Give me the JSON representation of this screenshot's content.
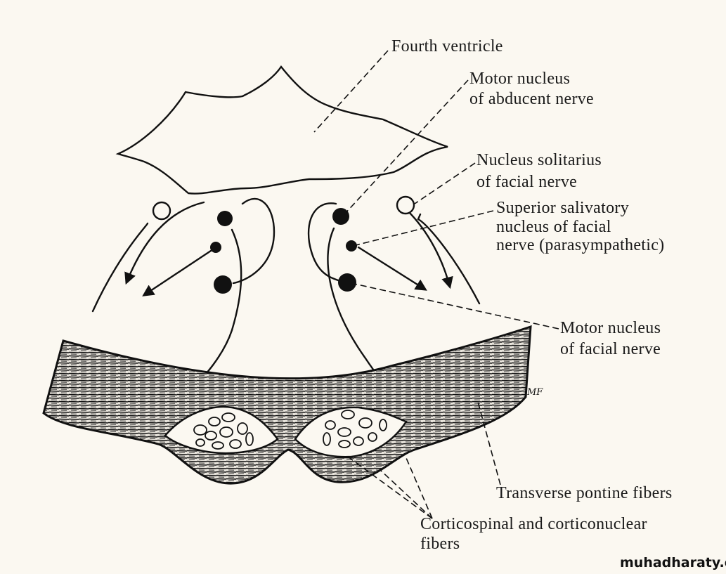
{
  "labels": {
    "fourth_ventricle": "Fourth ventricle",
    "abducent": [
      "Motor nucleus",
      "of abducent nerve"
    ],
    "solitarius": [
      "Nucleus solitarius",
      "of facial nerve"
    ],
    "salivatory": [
      "Superior salivatory",
      "nucleus of facial",
      "nerve (parasympathetic)"
    ],
    "motor_facial": [
      "Motor nucleus",
      "of facial nerve"
    ],
    "transverse": "Transverse pontine fibers",
    "corticospinal": [
      "Corticospinal and corticonuclear",
      "fibers"
    ]
  },
  "signature": "MF",
  "watermark": "muhadharaty.com",
  "colors": {
    "ink": "#111111",
    "paper": "#fbf8f1"
  }
}
